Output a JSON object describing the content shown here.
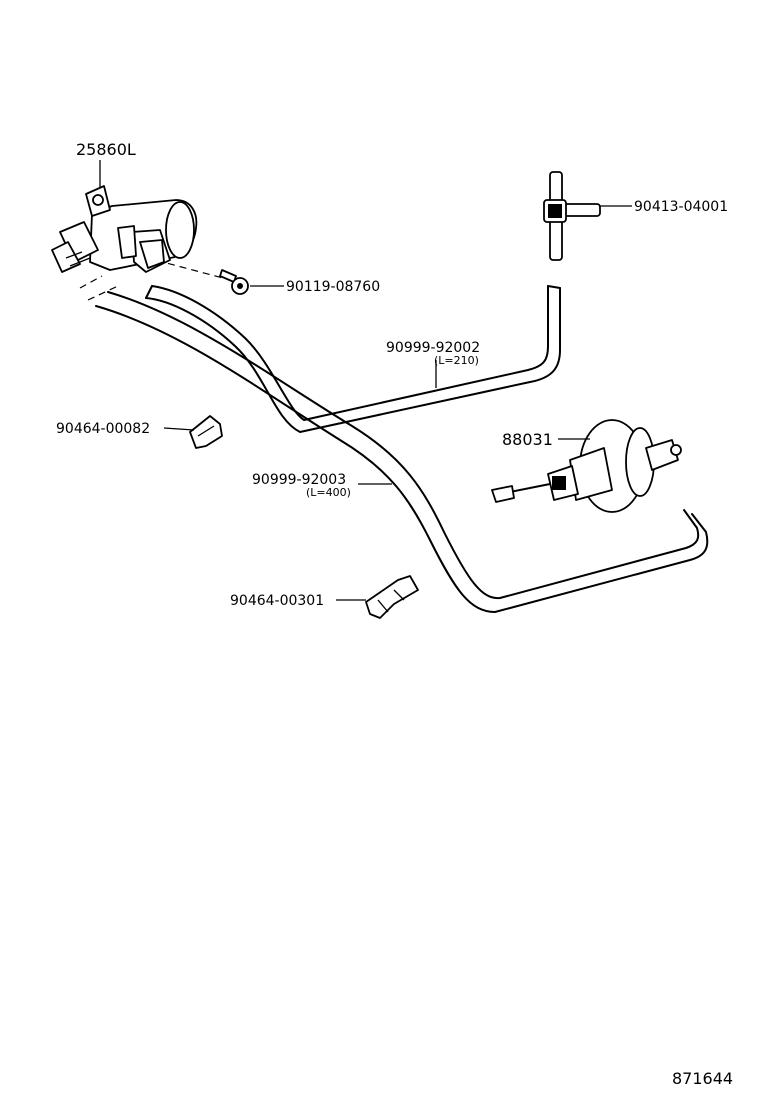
{
  "parts": {
    "vsv": {
      "number": "25860L"
    },
    "tee": {
      "number": "90413-04001"
    },
    "bolt": {
      "number": "90119-08760"
    },
    "hose_short": {
      "number": "90999-92002",
      "length": "(L=210)"
    },
    "clip_a": {
      "number": "90464-00082"
    },
    "hose_long": {
      "number": "90999-92003",
      "length": "(L=400)"
    },
    "actuator": {
      "number": "88031"
    },
    "clip_b": {
      "number": "90464-00301"
    }
  },
  "diagram_id": "871644"
}
